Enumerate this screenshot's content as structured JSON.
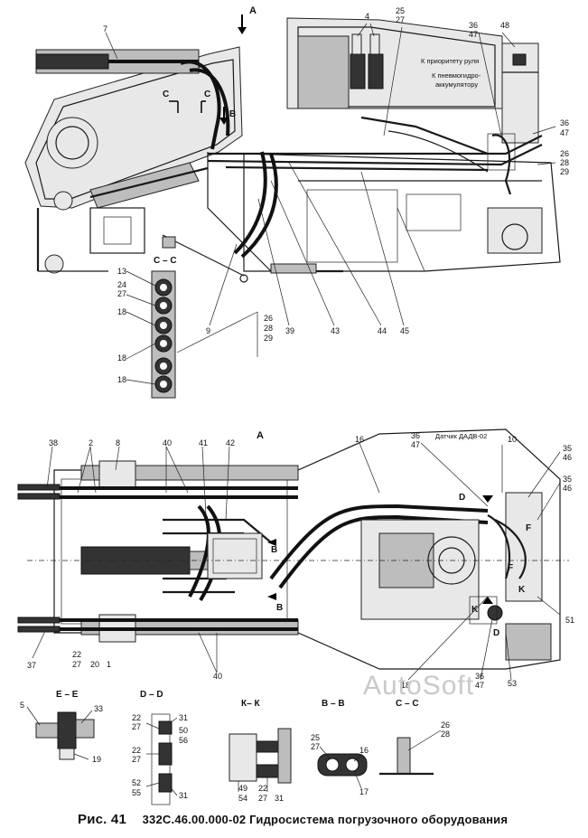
{
  "top_view": {
    "callouts": [
      "7",
      "4",
      "25",
      "27",
      "36",
      "47",
      "48",
      "36",
      "47",
      "26",
      "28",
      "29",
      "C",
      "C",
      "B",
      "9",
      "39",
      "43",
      "44",
      "45",
      "13",
      "24",
      "27",
      "18",
      "26",
      "28",
      "29",
      "18",
      "18"
    ],
    "view_arrow_label": "A",
    "notes": [
      "К приоритету руля",
      "К пневмогидро-",
      "аккумулятору"
    ],
    "section_cc": "С – С"
  },
  "bottom_view": {
    "view_label": "А",
    "callouts": [
      "38",
      "2",
      "8",
      "40",
      "41",
      "42",
      "16",
      "36",
      "47",
      "10",
      "35",
      "46",
      "35",
      "46",
      "37",
      "22",
      "27",
      "20",
      "1",
      "40",
      "18",
      "36",
      "47",
      "53",
      "51",
      "D",
      "F",
      "F",
      "K",
      "K",
      "B",
      "B",
      "D"
    ],
    "sensor_note": "Датчик ДАДВ-02"
  },
  "sections": {
    "ee": {
      "title": "Е – Е",
      "callouts": [
        "5",
        "33",
        "19"
      ]
    },
    "dd": {
      "title": "D – D",
      "callouts": [
        "22",
        "27",
        "31",
        "50",
        "56",
        "22",
        "27",
        "52",
        "55",
        "31"
      ]
    },
    "kk": {
      "title": "К– К",
      "callouts": [
        "49",
        "54",
        "22",
        "27",
        "31"
      ]
    },
    "bb": {
      "title": "В – В",
      "callouts": [
        "25",
        "27",
        "16",
        "17"
      ]
    },
    "cc": {
      "title": "С – С",
      "callouts": [
        "26",
        "28"
      ]
    }
  },
  "watermark": "AutoSoft",
  "caption": {
    "fig": "Рис. 41",
    "text": "332С.46.00.000-02 Гидросистема погрузочного оборудования"
  }
}
